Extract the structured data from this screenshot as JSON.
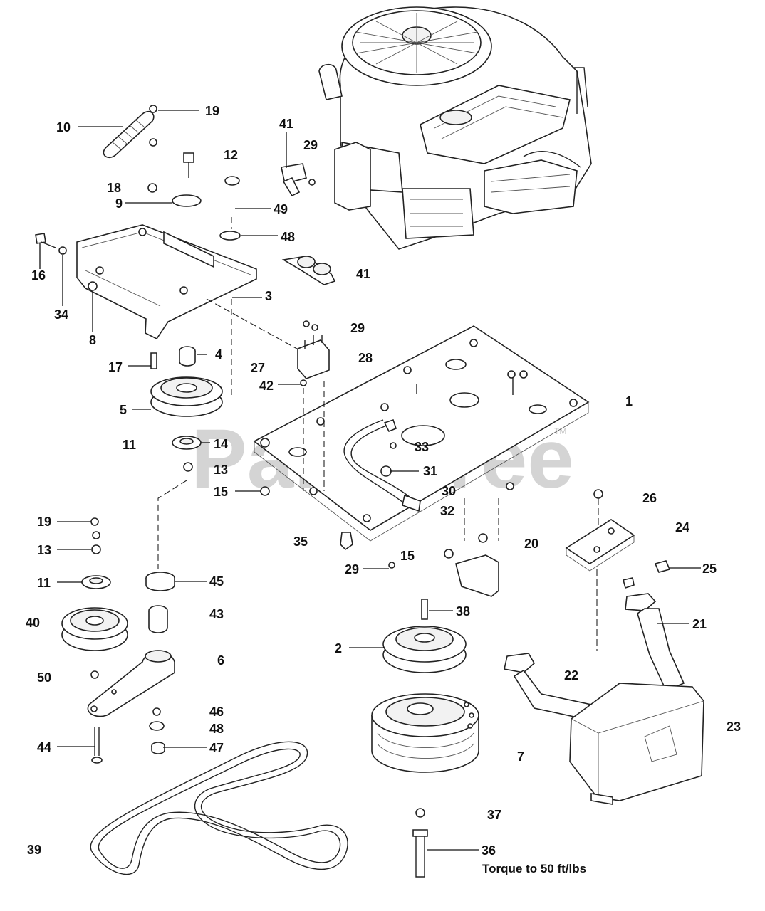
{
  "watermark": {
    "text": "PartsTree",
    "trademark": "TM"
  },
  "note": {
    "text": "Torque to 50 ft/lbs"
  },
  "callouts": [
    {
      "id": "c1",
      "text": "1"
    },
    {
      "id": "c2",
      "text": "2"
    },
    {
      "id": "c3",
      "text": "3"
    },
    {
      "id": "c4",
      "text": "4"
    },
    {
      "id": "c5",
      "text": "5"
    },
    {
      "id": "c6",
      "text": "6"
    },
    {
      "id": "c7",
      "text": "7"
    },
    {
      "id": "c8",
      "text": "8"
    },
    {
      "id": "c9",
      "text": "9"
    },
    {
      "id": "c10",
      "text": "10"
    },
    {
      "id": "c11a",
      "text": "11"
    },
    {
      "id": "c11b",
      "text": "11"
    },
    {
      "id": "c12",
      "text": "12"
    },
    {
      "id": "c13a",
      "text": "13"
    },
    {
      "id": "c13b",
      "text": "13"
    },
    {
      "id": "c14",
      "text": "14"
    },
    {
      "id": "c15a",
      "text": "15"
    },
    {
      "id": "c15b",
      "text": "15"
    },
    {
      "id": "c16",
      "text": "16"
    },
    {
      "id": "c17",
      "text": "17"
    },
    {
      "id": "c18",
      "text": "18"
    },
    {
      "id": "c19a",
      "text": "19"
    },
    {
      "id": "c19b",
      "text": "19"
    },
    {
      "id": "c20",
      "text": "20"
    },
    {
      "id": "c21",
      "text": "21"
    },
    {
      "id": "c22",
      "text": "22"
    },
    {
      "id": "c23",
      "text": "23"
    },
    {
      "id": "c24",
      "text": "24"
    },
    {
      "id": "c25",
      "text": "25"
    },
    {
      "id": "c26",
      "text": "26"
    },
    {
      "id": "c27",
      "text": "27"
    },
    {
      "id": "c28",
      "text": "28"
    },
    {
      "id": "c29a",
      "text": "29"
    },
    {
      "id": "c29b",
      "text": "29"
    },
    {
      "id": "c29c",
      "text": "29"
    },
    {
      "id": "c30",
      "text": "30"
    },
    {
      "id": "c31",
      "text": "31"
    },
    {
      "id": "c32",
      "text": "32"
    },
    {
      "id": "c33",
      "text": "33"
    },
    {
      "id": "c34",
      "text": "34"
    },
    {
      "id": "c35",
      "text": "35"
    },
    {
      "id": "c36",
      "text": "36"
    },
    {
      "id": "c37",
      "text": "37"
    },
    {
      "id": "c38",
      "text": "38"
    },
    {
      "id": "c39",
      "text": "39"
    },
    {
      "id": "c40",
      "text": "40"
    },
    {
      "id": "c41a",
      "text": "41"
    },
    {
      "id": "c41b",
      "text": "41"
    },
    {
      "id": "c42",
      "text": "42"
    },
    {
      "id": "c43",
      "text": "43"
    },
    {
      "id": "c44",
      "text": "44"
    },
    {
      "id": "c45",
      "text": "45"
    },
    {
      "id": "c46",
      "text": "46"
    },
    {
      "id": "c47",
      "text": "47"
    },
    {
      "id": "c48a",
      "text": "48"
    },
    {
      "id": "c48b",
      "text": "48"
    },
    {
      "id": "c49",
      "text": "49"
    },
    {
      "id": "c50",
      "text": "50"
    }
  ]
}
